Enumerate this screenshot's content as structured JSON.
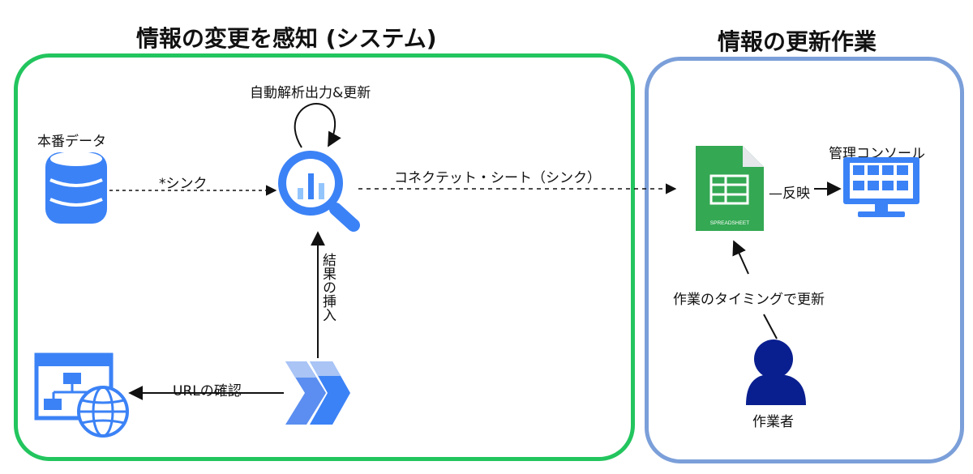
{
  "left_section": {
    "title": "情報の変更を感知 (システム)"
  },
  "right_section": {
    "title": "情報の更新作業"
  },
  "nodes": {
    "database": "本番データ",
    "analytics_loop": "自動解析出力&更新",
    "admin_console": "管理コンソール",
    "worker": "作業者"
  },
  "edges": {
    "sync": "*シンク",
    "connected_sheet": "コネクテット・シート（シンク）",
    "reflect": "—反映",
    "insert_result": "結果の挿入",
    "url_check": "URLの確認",
    "update_timing": "作業のタイミングで更新"
  },
  "spreadsheet": {
    "icon_text": "SPREADSHEET"
  },
  "colors": {
    "left_border": "#22c55e",
    "right_border": "#7b9fd9",
    "icon_blue": "#3b82f6",
    "sheet_green": "#34a853",
    "person_navy": "#0a1f8f"
  }
}
